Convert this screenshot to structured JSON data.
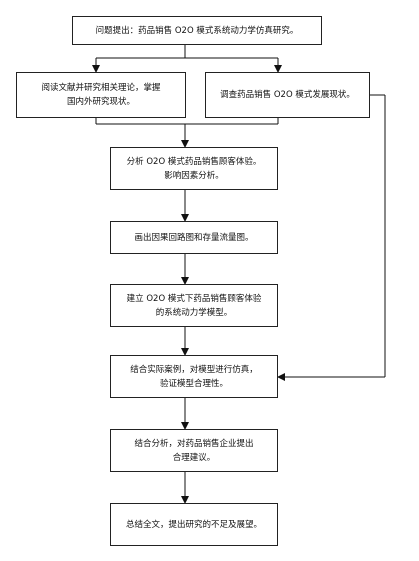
{
  "flowchart": {
    "steps": {
      "problem": "问题提出：药品销售 O2O 模式系统动力学仿真研究。",
      "literature": "阅读文献并研究相关理论，掌握\n国内外研究现状。",
      "survey": "调查药品销售 O2O 模式发展现状。",
      "analysis": "分析 O2O 模式药品销售顾客体验。\n影响因素分析。",
      "causal": "画出因果回路图和存量流量图。",
      "model": "建立 O2O 模式下药品销售顾客体验\n的系统动力学模型。",
      "simulation": "结合实际案例，对模型进行仿真，\n验证模型合理性。",
      "suggestions": "结合分析，对药品销售企业提出\n合理建议。",
      "conclusion": "总结全文，提出研究的不足及展望。"
    }
  }
}
